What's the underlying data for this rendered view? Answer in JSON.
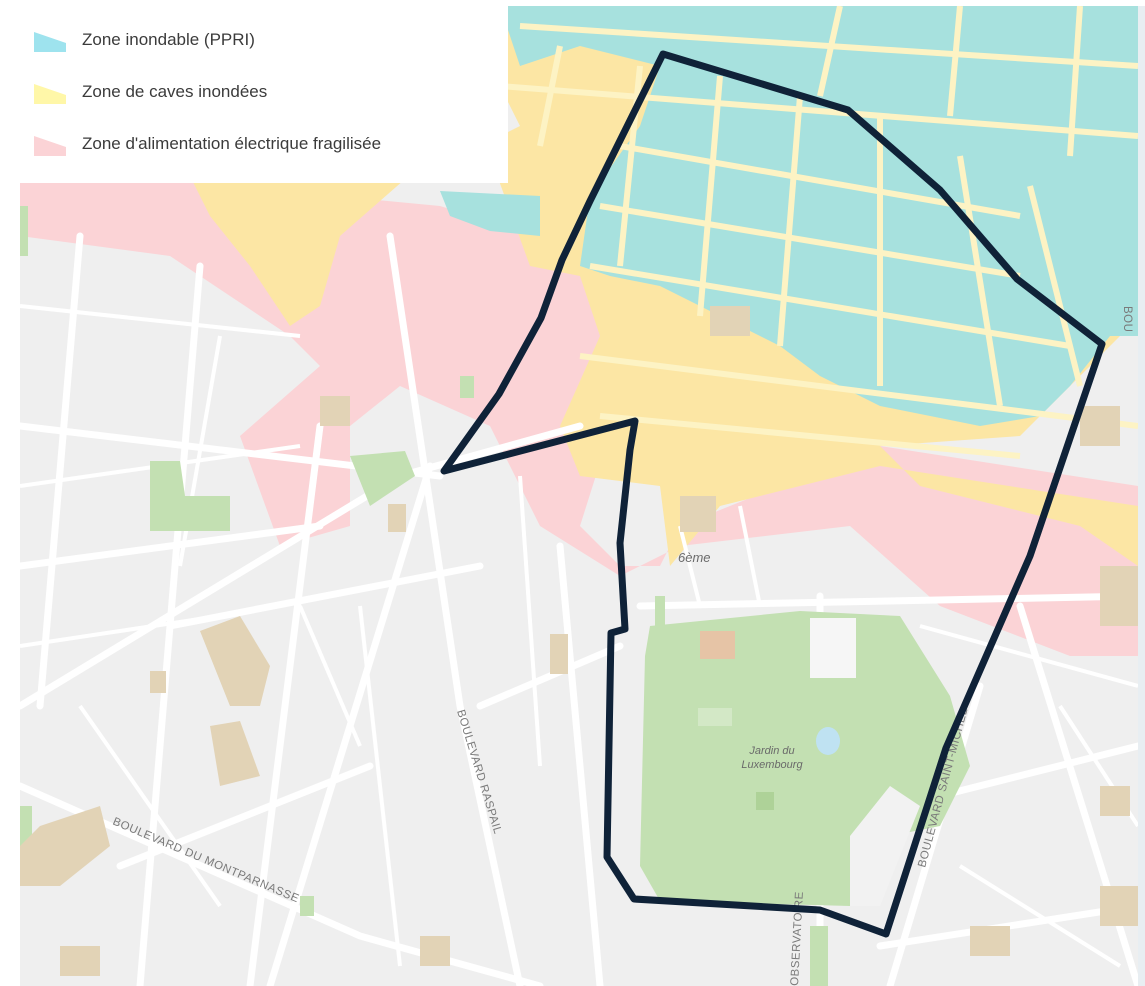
{
  "legend": {
    "items": [
      {
        "label": "Zone inondable (PPRI)",
        "color": "#9ee3ee"
      },
      {
        "label": "Zone de caves inondées",
        "color": "#fff7a8"
      },
      {
        "label": "Zone d'alimentation électrique fragilisée",
        "color": "#fbd3d6"
      }
    ]
  },
  "map_labels": {
    "park": [
      "Jardin du",
      "Luxembourg"
    ],
    "district": "6ème",
    "boulevard_raspail": "BOULEVARD RASPAIL",
    "boulevard_montparnasse": "BOULEVARD DU MONTPARNASSE",
    "boulevard_saint_michel": "BOULEVARD SAINT-MICHEL",
    "observatoire": "OBSERVATOIRE",
    "edge_label": "BOU"
  },
  "colors": {
    "boundary": "#0f2238",
    "base": "#efefef",
    "road": "#ffffff",
    "park": "#c3e0b2",
    "building": "#e2d3b6"
  }
}
